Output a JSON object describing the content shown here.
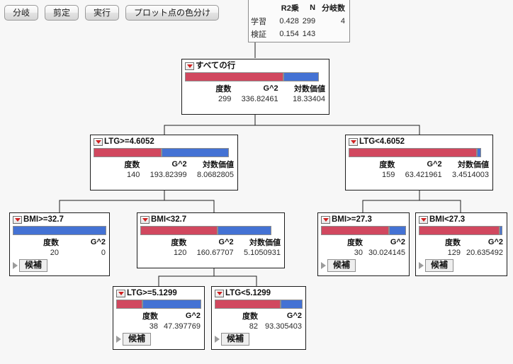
{
  "toolbar": {
    "buttons": [
      {
        "name": "split-button",
        "label": "分岐"
      },
      {
        "name": "prune-button",
        "label": "剪定"
      },
      {
        "name": "run-button",
        "label": "実行"
      },
      {
        "name": "color-points-button",
        "label": "プロット点の色分け"
      }
    ]
  },
  "summary": {
    "headers": [
      "",
      "R2乗",
      "N",
      "分岐数"
    ],
    "rows": [
      {
        "label": "学習",
        "r2": "0.428",
        "n": "299",
        "splits": "4"
      },
      {
        "label": "検証",
        "r2": "0.154",
        "n": "143",
        "splits": ""
      }
    ]
  },
  "colors": {
    "red": "#d1485f",
    "blue": "#4472d4",
    "node_border": "#1c1c1c",
    "canvas": "#f7f7f7"
  },
  "labels": {
    "count_header": "度数",
    "g2_header": "G^2",
    "logworth_header": "対数価値",
    "candidates": "候補"
  },
  "tree": {
    "nodes": [
      {
        "id": "root",
        "name": "node-all-rows",
        "title": "すべての行",
        "red_pct": 70,
        "blue_pct": 25,
        "headers": [
          "度数",
          "G^2",
          "対数価値"
        ],
        "values": [
          "299",
          "336.82461",
          "18.33404"
        ],
        "has_candidates": false
      },
      {
        "id": "ltg-ge-4.6052",
        "name": "node-ltg-ge-4-6052",
        "title": "LTG>=4.6052",
        "red_pct": 48,
        "blue_pct": 48,
        "headers": [
          "度数",
          "G^2",
          "対数価値"
        ],
        "values": [
          "140",
          "193.82399",
          "8.0682805"
        ],
        "has_candidates": false
      },
      {
        "id": "ltg-lt-4.6052",
        "name": "node-ltg-lt-4-6052",
        "title": "LTG<4.6052",
        "red_pct": 91,
        "blue_pct": 3,
        "headers": [
          "度数",
          "G^2",
          "対数価値"
        ],
        "values": [
          "159",
          "63.421961",
          "3.4514003"
        ],
        "has_candidates": false
      },
      {
        "id": "bmi-ge-32.7",
        "name": "node-bmi-ge-32-7",
        "title": "BMI>=32.7",
        "red_pct": 0,
        "blue_pct": 100,
        "headers": [
          "度数",
          "G^2"
        ],
        "values": [
          "20",
          "0"
        ],
        "has_candidates": true
      },
      {
        "id": "bmi-lt-32.7",
        "name": "node-bmi-lt-32-7",
        "title": "BMI<32.7",
        "red_pct": 55,
        "blue_pct": 38,
        "headers": [
          "度数",
          "G^2",
          "対数価値"
        ],
        "values": [
          "120",
          "160.67707",
          "5.1050931"
        ],
        "has_candidates": false
      },
      {
        "id": "bmi-ge-27.3",
        "name": "node-bmi-ge-27-3",
        "title": "BMI>=27.3",
        "red_pct": 80,
        "blue_pct": 20,
        "headers": [
          "度数",
          "G^2"
        ],
        "values": [
          "30",
          "30.024145"
        ],
        "has_candidates": true
      },
      {
        "id": "bmi-lt-27.3",
        "name": "node-bmi-lt-27-3",
        "title": "BMI<27.3",
        "red_pct": 95,
        "blue_pct": 3,
        "headers": [
          "度数",
          "G^2"
        ],
        "values": [
          "129",
          "20.635492"
        ],
        "has_candidates": true
      },
      {
        "id": "ltg-ge-5.1299",
        "name": "node-ltg-ge-5-1299",
        "title": "LTG>=5.1299",
        "red_pct": 31,
        "blue_pct": 69,
        "headers": [
          "度数",
          "G^2"
        ],
        "values": [
          "38",
          "47.397769"
        ],
        "has_candidates": true
      },
      {
        "id": "ltg-lt-5.1299",
        "name": "node-ltg-lt-5-1299",
        "title": "LTG<5.1299",
        "red_pct": 75,
        "blue_pct": 25,
        "headers": [
          "度数",
          "G^2"
        ],
        "values": [
          "82",
          "93.305403"
        ],
        "has_candidates": true
      }
    ]
  }
}
